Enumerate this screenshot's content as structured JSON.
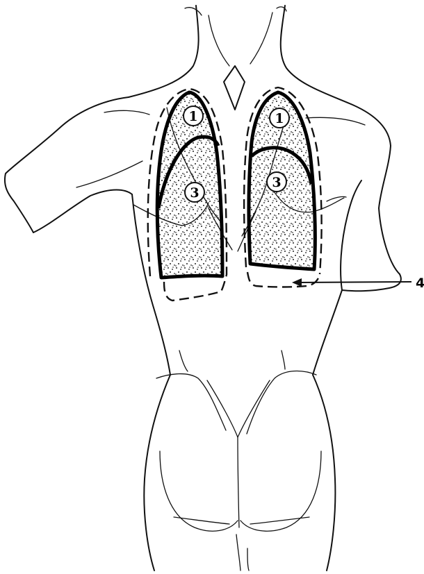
{
  "markers": {
    "left_upper": "1",
    "right_upper": "1",
    "left_lower": "3",
    "right_lower": "3"
  },
  "pointer_label": "4"
}
